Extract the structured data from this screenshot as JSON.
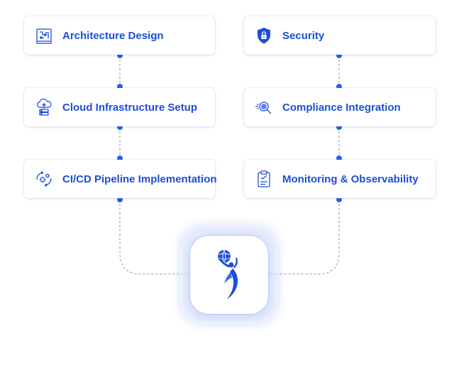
{
  "colors": {
    "accent": "#1d4ed8",
    "dot": "#2563eb",
    "line": "#7f95c9"
  },
  "left_column": [
    {
      "label": "Architecture Design",
      "icon": "blueprint-icon"
    },
    {
      "label": "Cloud Infrastructure Setup",
      "icon": "cloud-server-icon"
    },
    {
      "label": "CI/CD Pipeline Implementation",
      "icon": "pipeline-gears-icon"
    }
  ],
  "right_column": [
    {
      "label": "Security",
      "icon": "shield-lock-icon"
    },
    {
      "label": "Compliance Integration",
      "icon": "magnifier-scan-icon"
    },
    {
      "label": "Monitoring & Observability",
      "icon": "clipboard-check-icon"
    }
  ],
  "hub": {
    "icon": "brand-logo-figure-globe"
  }
}
